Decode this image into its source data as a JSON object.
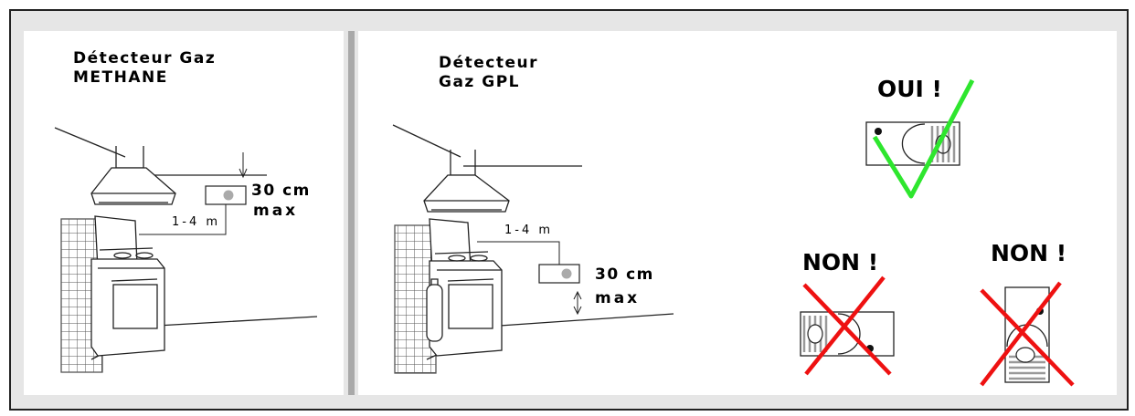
{
  "methane": {
    "title_line1": "Détecteur Gaz",
    "title_line2": "METHANE",
    "distance": "1-4 m",
    "height": "30 cm",
    "height_unit": "max"
  },
  "gpl": {
    "title_line1": "Détecteur",
    "title_line2": "Gaz GPL",
    "distance": "1-4 m",
    "height": "30 cm",
    "height_unit": "max"
  },
  "verdicts": {
    "yes": "OUI !",
    "no_1": "NON !",
    "no_2": "NON !"
  },
  "colors": {
    "check": "#2ee62e",
    "cross": "#ee1111",
    "divider": "#a9a9a9",
    "frame_bg": "#e6e6e6"
  }
}
